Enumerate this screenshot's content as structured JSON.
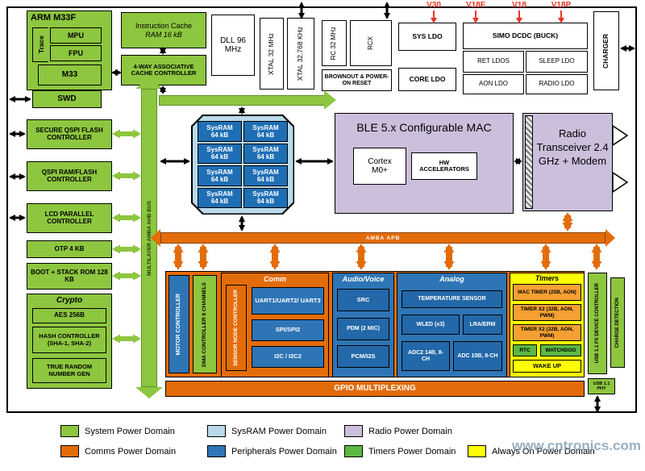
{
  "watermark": "www.cntronics.com",
  "rails": [
    {
      "label": "V30"
    },
    {
      "label": "V18F"
    },
    {
      "label": "V18"
    },
    {
      "label": "V18P"
    }
  ],
  "arm": {
    "title": "ARM M33F",
    "trace": "Trace",
    "mpu": "MPU",
    "fpu": "FPU",
    "m33": "M33",
    "swd": "SWD"
  },
  "top": {
    "icache_line1": "Instruction Cache",
    "icache_line2": "RAM 16 kB",
    "cache_ctrl": "4-WAY ASSOCIATIVE CACHE CONTROLLER",
    "dll": "DLL 96 MHz",
    "xtal_32m": "XTAL 32 MHz",
    "xtal_32k": "XTAL 32.768 KHz",
    "rc_32m": "RC 32 MHz",
    "rcx": "RCX",
    "brownout": "BROWNOUT & POWER-ON RESET",
    "sys_ldo": "SYS LDO",
    "core_ldo": "CORE LDO",
    "simo": "SIMO DCDC (BUCK)",
    "ret_ldos": "RET LDOS",
    "sleep_ldo": "SLEEP LDO",
    "aon_ldo": "AON LDO",
    "radio_ldo": "RADIO LDO",
    "charger": "CHARGER"
  },
  "left": {
    "secure_qspi": "SECURE QSPI FLASH CONTROLLER",
    "qspi": "QSPI RAM/FLASH CONTROLLER",
    "lcd": "LCD PARALLEL CONTROLLER",
    "otp": "OTP 4 KB",
    "boot_rom": "BOOT + STACK ROM 128 KB",
    "crypto_title": "Crypto",
    "aes": "AES 256B",
    "hash": "HASH CONTROLLER (SHA-1, SHA-2)",
    "trng": "TRUE RANDOM NUMBER GEN"
  },
  "buses": {
    "ahb": "MULTILAYER AMBA AHB BUS",
    "apb": "AMBA APB"
  },
  "memory": {
    "cell_l1": "SysRAM",
    "cell_l2": "64 kB"
  },
  "ble": {
    "title": "BLE 5.x Configurable MAC",
    "cortex_l1": "Cortex",
    "cortex_l2": "M0+",
    "hw_accel": "HW ACCELERATORS"
  },
  "radio": {
    "title": "Radio Transceiver 2.4 GHz + Modem"
  },
  "periph": {
    "motor": "MOTOR CONTROLLER",
    "dma": "DMA CONTROLLER 8 CHANNELS",
    "comm_title": "Comm",
    "sensor_node": "SENSOR NODE CONTROLLER",
    "uart": "UART1/UART2/ UART3",
    "spi": "SPI/SPI2",
    "i2c": "I2C / I2C2",
    "audio_title": "Audio/Voice",
    "src": "SRC",
    "pdm": "PDM (2 MIC)",
    "pcm": "PCM/I2S",
    "analog_title": "Analog",
    "temp_sensor": "TEMPERATURE SENSOR",
    "wled": "WLED (x3)",
    "lra": "LRA/ERM",
    "adc2": "ADC2 14B, 8-CH",
    "adc": "ADC 10B, 8-CH",
    "timers_title": "Timers",
    "mac_timer": "MAC TIMER (25B, AON)",
    "timer_a": "TIMER X2 (32B, AON, PWM)",
    "timer_b": "TIMER X2 (32B, AON, PWM)",
    "rtc": "RTC",
    "watchdog": "WATCHDOG",
    "wakeup": "WAKE UP",
    "usb_ctrl": "USB 1.1 FS DEVICE CONTROLLER",
    "charge_det": "CHARGE DETECTION",
    "usb_phy_l1": "USB 1.1",
    "usb_phy_l2": "PHY",
    "gpio": "GPIO MULTIPLEXING"
  },
  "legend": {
    "items": [
      {
        "label": "System Power Domain",
        "color": "#8dc63f"
      },
      {
        "label": "SysRAM Power Domain",
        "color": "#b9d9ea"
      },
      {
        "label": "Radio Power Domain",
        "color": "#cbbfdb"
      },
      {
        "label": "Comms Power Domain",
        "color": "#e36c0a"
      },
      {
        "label": "Peripherals Power Domain",
        "color": "#2e75b6"
      },
      {
        "label": "Timers Power Domain",
        "color": "#5cb843"
      },
      {
        "label": "Always On Power Domain",
        "color": "#ffff00"
      }
    ]
  }
}
